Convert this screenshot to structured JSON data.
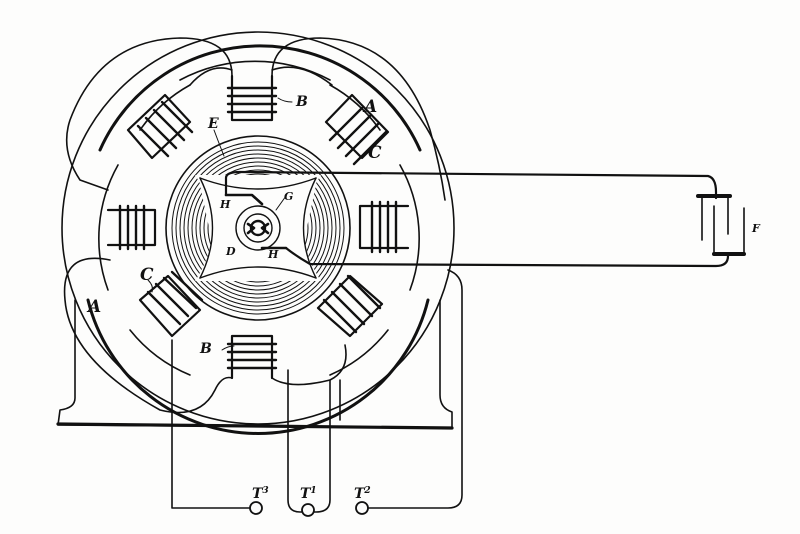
{
  "diagram": {
    "type": "patent line drawing",
    "subject": "electric machine with salient field poles, laminated armature, commutator and external condenser",
    "ink_color": "#111111",
    "paper_color": "#fdfdfc"
  },
  "labels": {
    "A_upper": "A",
    "A_lower": "A",
    "B_upper": "B",
    "B_lower": "B",
    "C_upper": "C",
    "C_lower": "C",
    "E": "E",
    "G": "G",
    "H_upper": "H",
    "H_lower": "H",
    "D": "D",
    "F": "F",
    "T3_base": "T",
    "T3_sup": "3",
    "T1_base": "T",
    "T1_sup": "1",
    "T2_base": "T",
    "T2_sup": "2"
  },
  "components": {
    "field_poles": 8,
    "terminals": [
      "T3",
      "T1",
      "T2"
    ],
    "condenser": "F",
    "armature": "E",
    "commutator": "G"
  }
}
